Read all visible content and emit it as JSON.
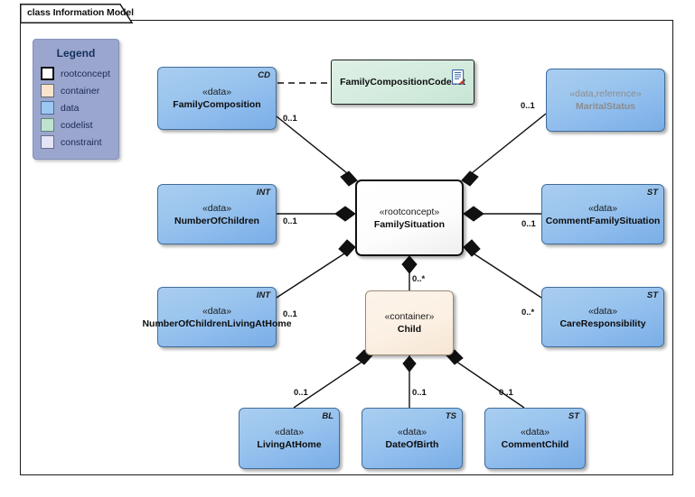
{
  "frame": {
    "tab_label": "class Information Model"
  },
  "legend": {
    "title": "Legend",
    "items": [
      {
        "label": "rootconcept",
        "color": "#ffffff"
      },
      {
        "label": "container",
        "color": "#fae3cd"
      },
      {
        "label": "data",
        "color": "#9dc7f0"
      },
      {
        "label": "codelist",
        "color": "#bfe3cf"
      },
      {
        "label": "constraint",
        "color": "#e4e4f6"
      }
    ]
  },
  "nodes": [
    {
      "id": "familyComposition",
      "stereotype": "«data»",
      "name": "FamilyComposition",
      "code": "CD",
      "kind": "data"
    },
    {
      "id": "familyCompositionCodelist",
      "stereotype": "",
      "name": "FamilyCompositionCodelist",
      "code": "",
      "kind": "codelist"
    },
    {
      "id": "maritalStatus",
      "stereotype": "«data,reference»",
      "name": "MaritalStatus",
      "code": "",
      "kind": "data-reference"
    },
    {
      "id": "numberOfChildren",
      "stereotype": "«data»",
      "name": "NumberOfChildren",
      "code": "INT",
      "kind": "data"
    },
    {
      "id": "numberOfChildrenLivingAtHome",
      "stereotype": "«data»",
      "name": "NumberOfChildrenLivingAtHome",
      "code": "INT",
      "kind": "data"
    },
    {
      "id": "familySituation",
      "stereotype": "«rootconcept»",
      "name": "FamilySituation",
      "code": "",
      "kind": "rootconcept"
    },
    {
      "id": "commentFamilySituation",
      "stereotype": "«data»",
      "name": "CommentFamilySituation",
      "code": "ST",
      "kind": "data"
    },
    {
      "id": "careResponsibility",
      "stereotype": "«data»",
      "name": "CareResponsibility",
      "code": "ST",
      "kind": "data"
    },
    {
      "id": "child",
      "stereotype": "«container»",
      "name": "Child",
      "code": "",
      "kind": "container"
    },
    {
      "id": "livingAtHome",
      "stereotype": "«data»",
      "name": "LivingAtHome",
      "code": "BL",
      "kind": "data"
    },
    {
      "id": "dateOfBirth",
      "stereotype": "«data»",
      "name": "DateOfBirth",
      "code": "TS",
      "kind": "data"
    },
    {
      "id": "commentChild",
      "stereotype": "«data»",
      "name": "CommentChild",
      "code": "ST",
      "kind": "data"
    }
  ],
  "multiplicities": [
    {
      "id": "m-familyComposition",
      "value": "0..1"
    },
    {
      "id": "m-maritalStatus",
      "value": "0..1"
    },
    {
      "id": "m-numberOfChildren",
      "value": "0..1"
    },
    {
      "id": "m-commentFamilySituation",
      "value": "0..1"
    },
    {
      "id": "m-numberOfChildrenLivingAtHome",
      "value": "0..1"
    },
    {
      "id": "m-careResponsibility",
      "value": "0..*"
    },
    {
      "id": "m-child",
      "value": "0..*"
    },
    {
      "id": "m-livingAtHome",
      "value": "0..1"
    },
    {
      "id": "m-dateOfBirth",
      "value": "0..1"
    },
    {
      "id": "m-commentChild",
      "value": "0..1"
    }
  ],
  "colors": {
    "data_fill": "#9cc6ee",
    "container_fill": "#fbf0e3",
    "codelist_fill": "#d5ecdf",
    "rootconcept_fill": "#ffffff",
    "legend_fill": "#9aa6ce",
    "line": "#111111"
  }
}
